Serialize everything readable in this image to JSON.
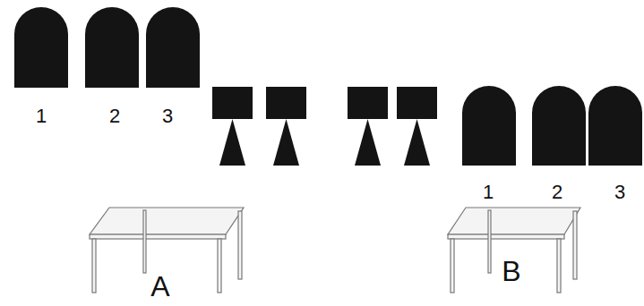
{
  "diagram": {
    "labels": [
      "1",
      "2",
      "3",
      "1",
      "2",
      "3",
      "A",
      "B"
    ]
  }
}
